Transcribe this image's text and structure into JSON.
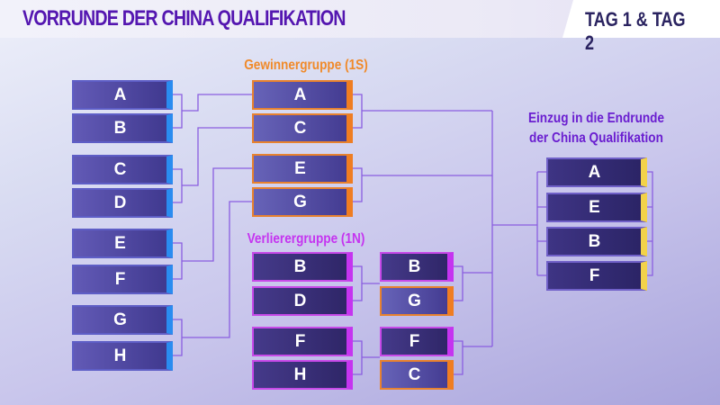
{
  "header": {
    "title": "VORRUNDE DER CHINA QUALIFIKATION",
    "day": "TAG 1 & TAG 2"
  },
  "labels": {
    "winners": "Gewinnergruppe (1S)",
    "losers": "Verlierergruppe (1N)",
    "final_line1": "Einzug in die Endrunde",
    "final_line2": "der China Qualifikation"
  },
  "round1": [
    "A",
    "B",
    "C",
    "D",
    "E",
    "F",
    "G",
    "H"
  ],
  "winners": [
    "A",
    "C",
    "E",
    "G"
  ],
  "losers": [
    "B",
    "D",
    "F",
    "H"
  ],
  "losers2": [
    "B",
    "G",
    "F",
    "C"
  ],
  "final": [
    "A",
    "E",
    "B",
    "F"
  ],
  "colors": {
    "title": "#5416b0",
    "winners": "#f08a2a",
    "losers": "#c534f0",
    "final": "#6a1ed0"
  }
}
